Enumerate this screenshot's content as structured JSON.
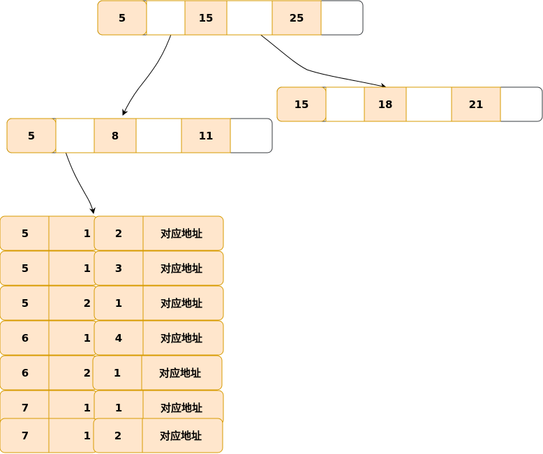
{
  "colors": {
    "fill": "#FFE6CC",
    "stroke": "#D79B00",
    "empty_fill": "#FFFFFF",
    "node_border": "#36393D",
    "arrow": "#000000"
  },
  "nodes": {
    "root": [
      "5",
      "",
      "15",
      "",
      "25",
      ""
    ],
    "left": [
      "5",
      "",
      "8",
      "",
      "11",
      ""
    ],
    "right": [
      "15",
      "",
      "18",
      "",
      "21",
      ""
    ]
  },
  "leaf_rows": [
    [
      "5",
      "1",
      "2",
      "对应地址"
    ],
    [
      "5",
      "1",
      "3",
      "对应地址"
    ],
    [
      "5",
      "2",
      "1",
      "对应地址"
    ],
    [
      "6",
      "1",
      "4",
      "对应地址"
    ],
    [
      "6",
      "2",
      "1",
      "对应地址"
    ],
    [
      "7",
      "1",
      "1",
      "对应地址"
    ],
    [
      "7",
      "1",
      "2",
      "对应地址"
    ]
  ]
}
